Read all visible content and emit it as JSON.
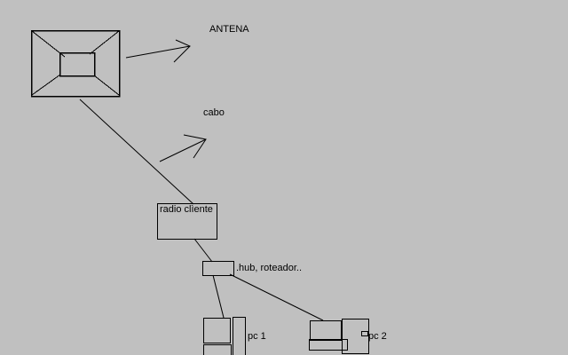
{
  "canvas": {
    "background": "#c0c0c0",
    "stroke": "#000000"
  },
  "labels": {
    "antenna": "ANTENA",
    "cable": "cabo",
    "radio_client": "radio clìente",
    "hub": ".hub, roteador..",
    "pc1": "pc 1",
    "pc2": "pc 2"
  }
}
